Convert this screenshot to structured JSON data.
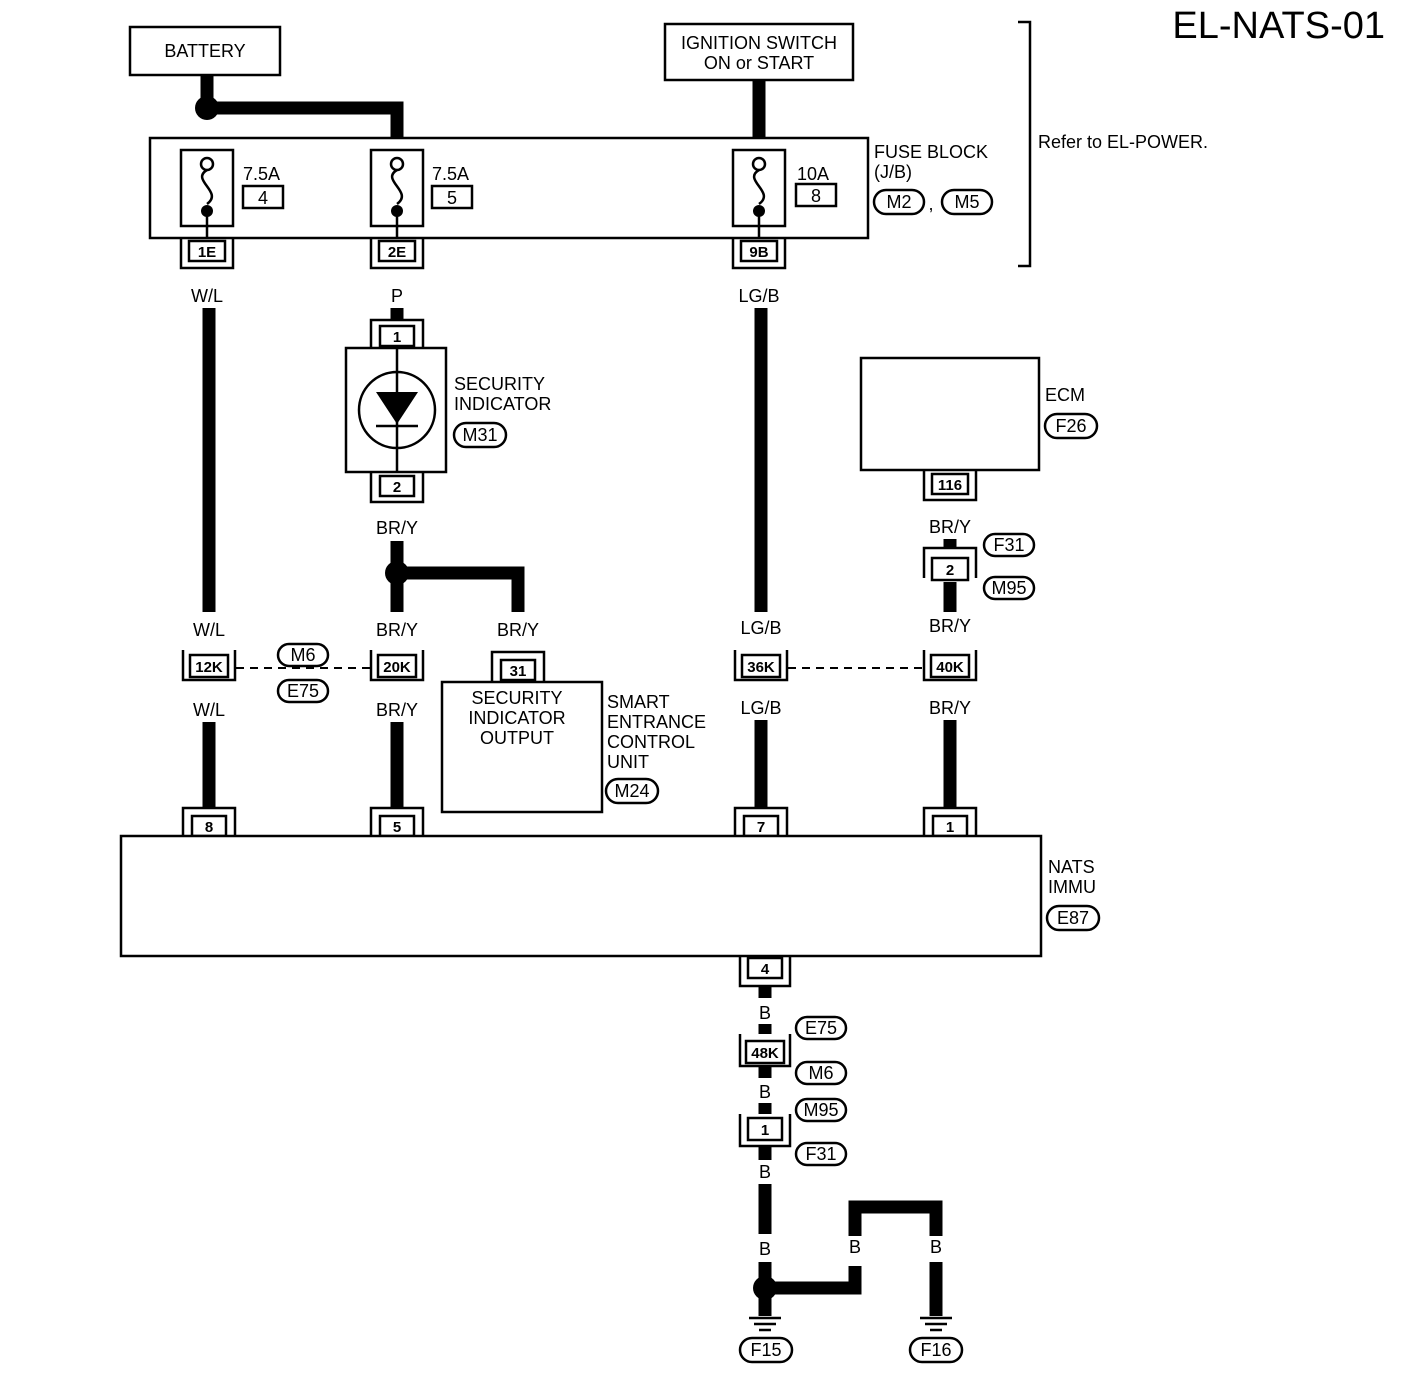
{
  "page_title": "EL-NATS-01",
  "refer_note": "Refer to EL-POWER.",
  "battery": {
    "label": "BATTERY"
  },
  "ignition": {
    "line1": "IGNITION SWITCH",
    "line2": "ON or START"
  },
  "fuse_block": {
    "line1": "FUSE BLOCK",
    "line2": "(J/B)",
    "connectors": [
      "M2",
      "M5"
    ],
    "separator": ",",
    "fuses": [
      {
        "rating": "7.5A",
        "number": "4",
        "terminal": "1E",
        "wire": "W/L"
      },
      {
        "rating": "7.5A",
        "number": "5",
        "terminal": "2E",
        "wire": "P"
      },
      {
        "rating": "10A",
        "number": "8",
        "terminal": "9B",
        "wire": "LG/B"
      }
    ]
  },
  "security_indicator": {
    "line1": "SECURITY",
    "line2": "INDICATOR",
    "connector": "M31",
    "pin_top": "1",
    "pin_bottom": "2",
    "wire_out": "BR/Y"
  },
  "ecm": {
    "label": "ECM",
    "connector": "F26",
    "pin": "116",
    "wire": "BR/Y"
  },
  "ecm_joint": {
    "connector_top": "F31",
    "pin": "2",
    "connector_bottom": "M95",
    "wire": "BR/Y"
  },
  "smart_unit": {
    "inner_line1": "SECURITY",
    "inner_line2": "INDICATOR",
    "inner_line3": "OUTPUT",
    "name_line1": "SMART",
    "name_line2": "ENTRANCE",
    "name_line3": "CONTROL",
    "name_line4": "UNIT",
    "connector": "M24",
    "pin": "31",
    "wire": "BR/Y"
  },
  "harness_connectors": {
    "left_top": "M6",
    "left_bottom": "E75",
    "pins": [
      {
        "pin": "12K",
        "wire_above": "W/L",
        "wire_below": "W/L"
      },
      {
        "pin": "20K",
        "wire_above": "BR/Y",
        "wire_below": "BR/Y"
      },
      {
        "pin": "36K",
        "wire_above": "LG/B",
        "wire_below": "LG/B"
      },
      {
        "pin": "40K",
        "wire_above": "BR/Y",
        "wire_below": "BR/Y"
      }
    ]
  },
  "nats": {
    "line1": "NATS",
    "line2": "IMMU",
    "connector": "E87",
    "pins": [
      "8",
      "5",
      "7",
      "1"
    ],
    "ground_pin": "4"
  },
  "ground_path": {
    "wire": "B",
    "conn1": {
      "pin": "48K",
      "top": "E75",
      "bottom": "M6"
    },
    "conn2": {
      "pin": "1",
      "top": "M95",
      "bottom": "F31"
    },
    "grounds": [
      "F15",
      "F16"
    ]
  }
}
